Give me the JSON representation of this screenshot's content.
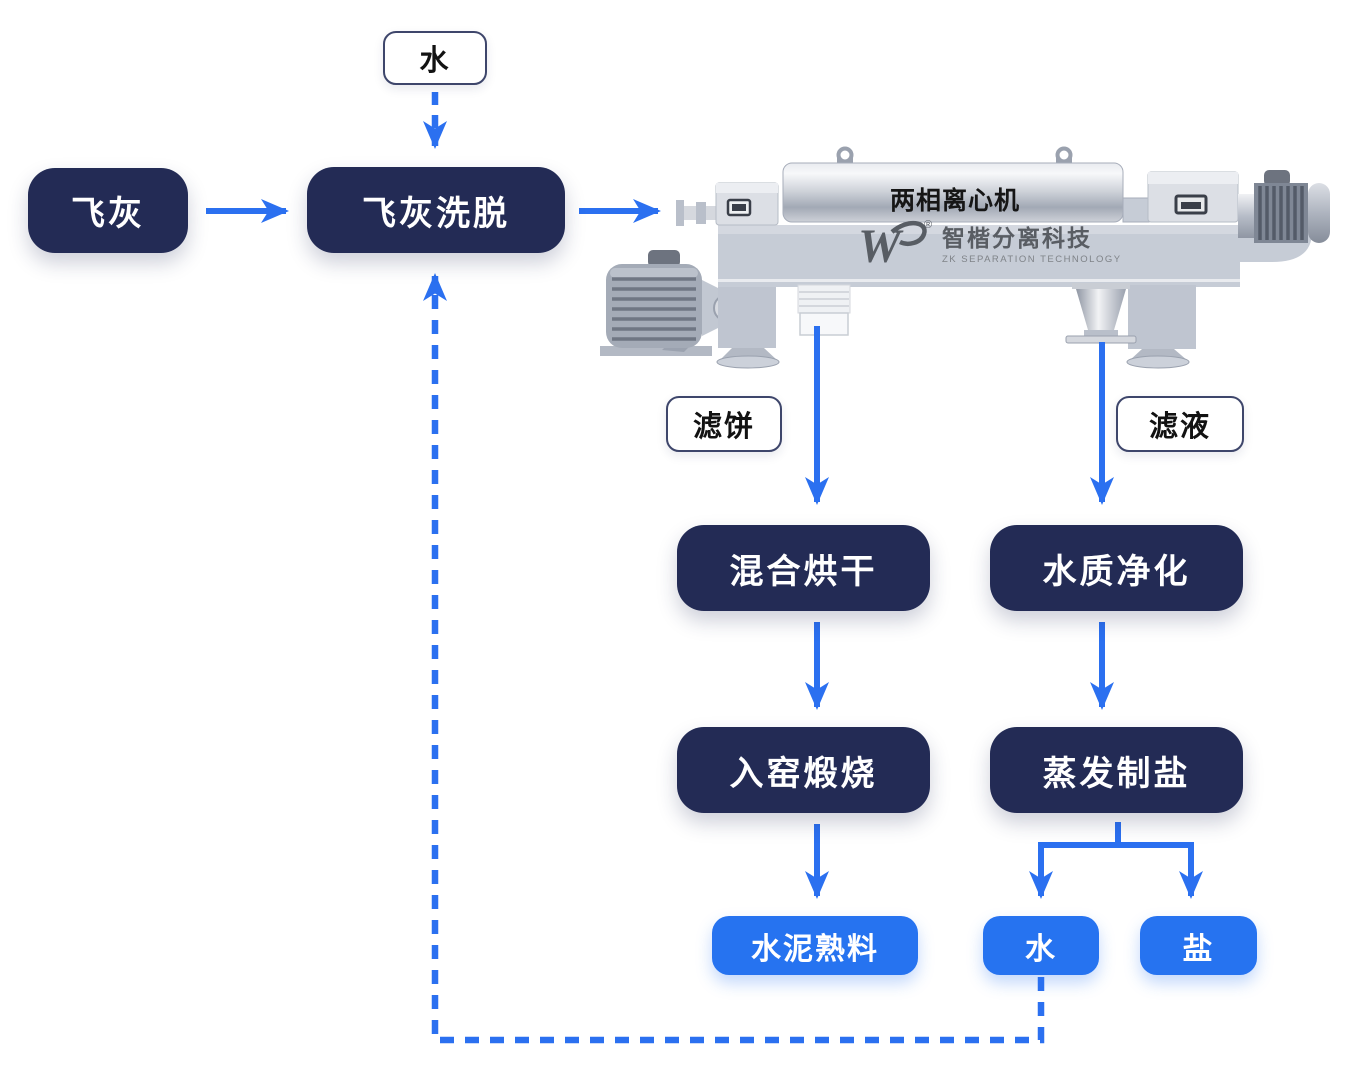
{
  "colors": {
    "navy_box": "#232b55",
    "blue_box": "#2673f0",
    "arrow_blue": "#2b70f0",
    "io_border": "#3e466b",
    "machine_gray": "#c6ccd6"
  },
  "machine": {
    "drum_label": "两相离心机",
    "brand": {
      "mark": "W",
      "reg": "®",
      "name_cn": "智楷分离科技",
      "name_en": "ZK SEPARATION TECHNOLOGY"
    }
  },
  "nodes": {
    "water_input": {
      "label": "水"
    },
    "fly_ash": {
      "label": "飞灰"
    },
    "ash_washing": {
      "label": "飞灰洗脱"
    },
    "filter_cake": {
      "label": "滤饼"
    },
    "filtrate": {
      "label": "滤液"
    },
    "mixed_drying": {
      "label": "混合烘干"
    },
    "water_purification": {
      "label": "水质净化"
    },
    "kiln_calcination": {
      "label": "入窑煅烧"
    },
    "evaporation_salting": {
      "label": "蒸发制盐"
    },
    "cement_clinker": {
      "label": "水泥熟料"
    },
    "water_output": {
      "label": "水"
    },
    "salt": {
      "label": "盐"
    }
  }
}
